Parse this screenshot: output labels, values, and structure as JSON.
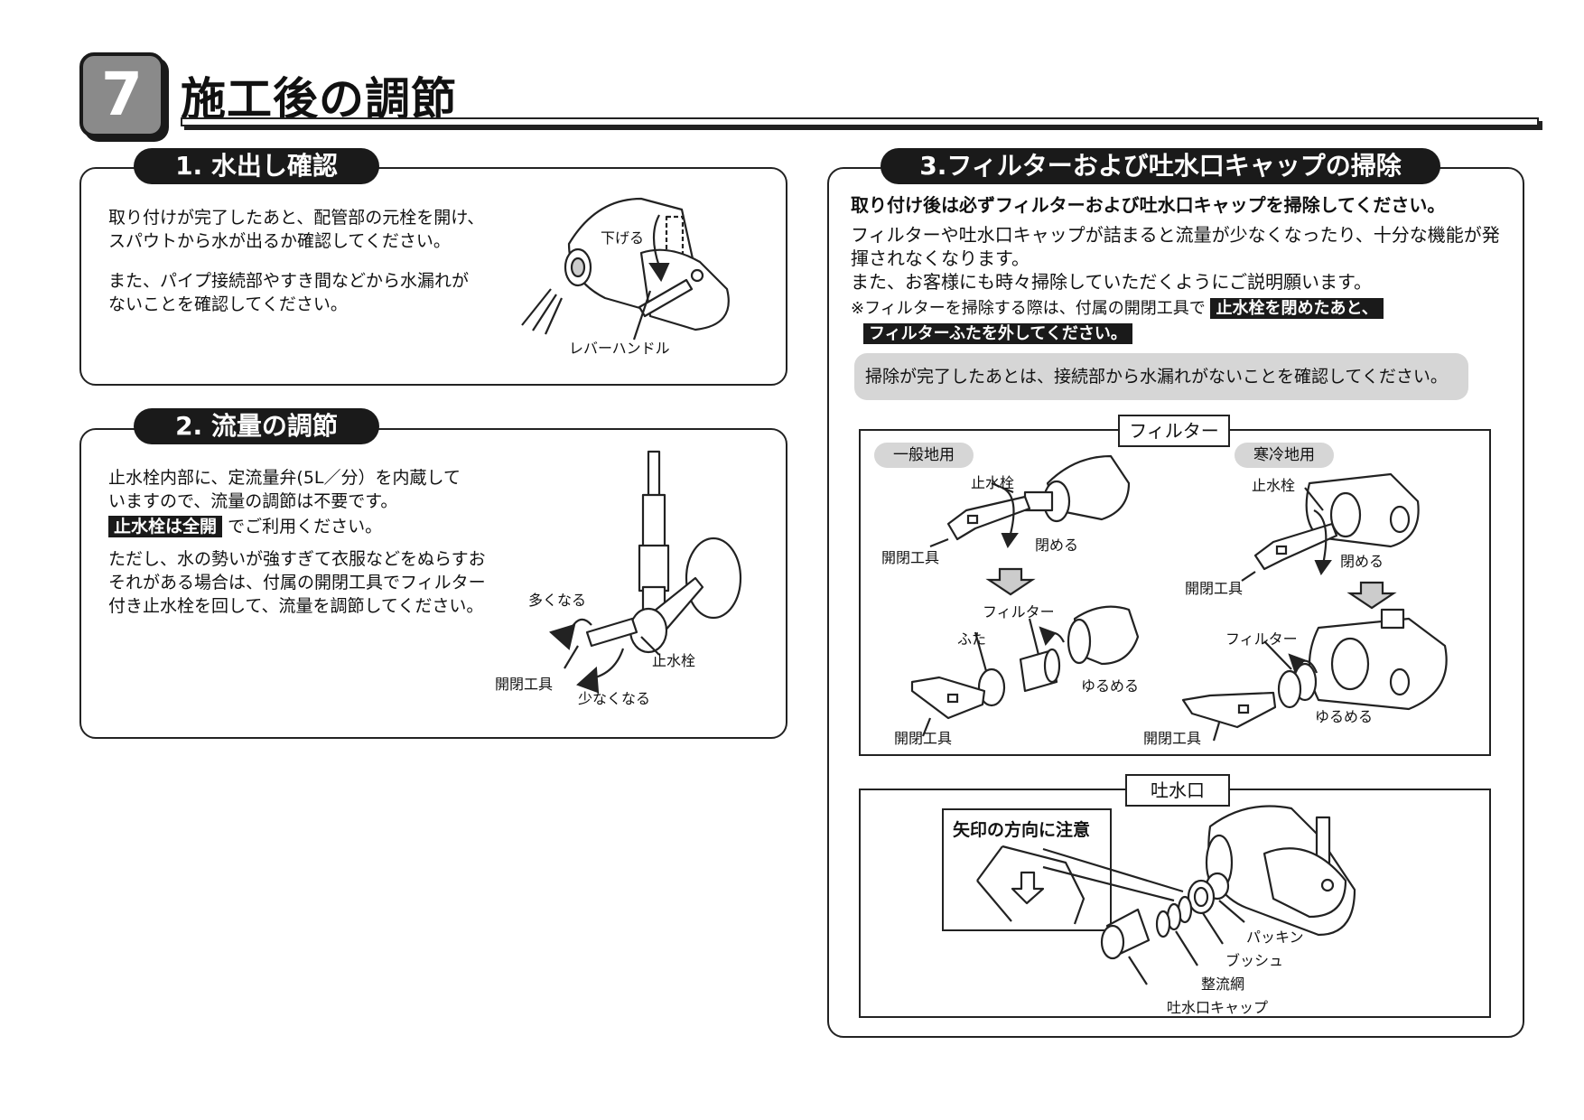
{
  "header": {
    "number": "7",
    "title": "施工後の調節"
  },
  "sec1": {
    "title": "1. 水出し確認",
    "p1_l1": "取り付けが完了したあと、配管部の元栓を開け、",
    "p1_l2": "スパウトから水が出るか確認してください。",
    "p2_l1": "また、パイプ接続部やすき間などから水漏れが",
    "p2_l2": "ないことを確認してください。",
    "fig": {
      "down": "下げる",
      "lever": "レバーハンドル"
    }
  },
  "sec2": {
    "title": "2. 流量の調節",
    "p1_l1": "止水栓内部に、定流量弁(5L／分）を内蔵して",
    "p1_l2": "いますので、流量の調節は不要です。",
    "hl": "止水栓は全開",
    "hl_tail": "でご利用ください。",
    "p2_l1": "ただし、水の勢いが強すぎて衣服などをぬらすお",
    "p2_l2": "それがある場合は、付属の開閉工具でフィルター",
    "p2_l3": "付き止水栓を回して、流量を調節してください。",
    "fig": {
      "more": "多くなる",
      "less": "少なくなる",
      "valve": "止水栓",
      "tool": "開閉工具"
    }
  },
  "sec3": {
    "title": "3.フィルターおよび吐水口キャップの掃除",
    "lead": "取り付け後は必ずフィルターおよび吐水口キャップを掃除してください。",
    "p1_l1": "フィルターや吐水口キャップが詰まると流量が少なくなったり、十分な機能が発",
    "p1_l2": "揮されなくなります。",
    "p2": "また、お客様にも時々掃除していただくようにご説明願います。",
    "note_pre": "※フィルターを掃除する際は、付属の開閉工具で",
    "note_hl1": "止水栓を閉めたあと、",
    "note_hl2": "フィルターふたを外してください。",
    "gray": "掃除が完了したあとは、接続部から水漏れがないことを確認してください。",
    "filter": {
      "label": "フィルター",
      "general": "一般地用",
      "cold": "寒冷地用",
      "valve": "止水栓",
      "close": "閉める",
      "tool": "開閉工具",
      "filter_lbl": "フィルター",
      "lid": "ふた",
      "loosen": "ゆるめる"
    },
    "spout": {
      "label": "吐水口",
      "arrow_note": "矢印の方向に注意",
      "packing": "パッキン",
      "bush": "ブッシュ",
      "mesh": "整流網",
      "cap": "吐水口キャップ"
    }
  }
}
